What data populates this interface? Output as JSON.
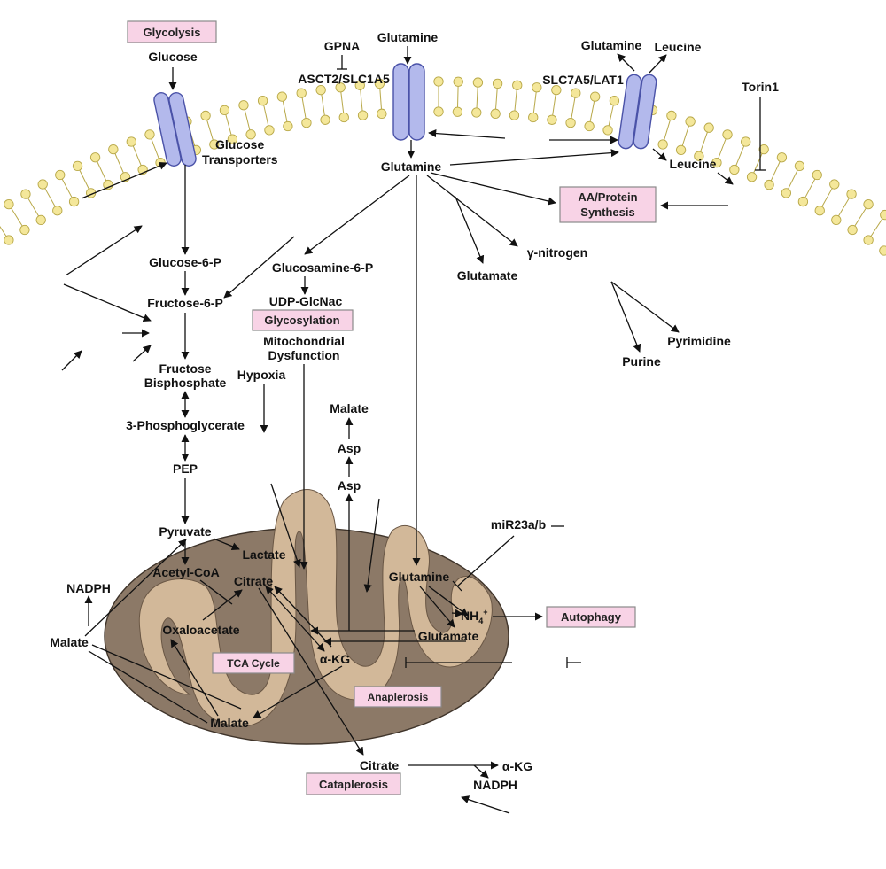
{
  "tags": {
    "glycolysis": "Glycolysis",
    "aa_protein_1": "AA/Protein",
    "aa_protein_2": "Synthesis",
    "glycosylation": "Glycosylation",
    "tca_cycle": "TCA Cycle",
    "anaplerosis": "Anaplerosis",
    "autophagy": "Autophagy",
    "cataplerosis": "Cataplerosis"
  },
  "labels": {
    "glucose": "Glucose",
    "glucose_transporters_1": "Glucose",
    "glucose_transporters_2": "Transporters",
    "gpna": "GPNA",
    "asct2": "ASCT2/SLC1A5",
    "glutamine_top": "Glutamine",
    "glutamine_lat1": "Glutamine",
    "leucine_lat1": "Leucine",
    "slc7a5": "SLC7A5/LAT1",
    "torin1": "Torin1",
    "glutamine_mid": "Glutamine",
    "leucine_mid": "Leucine",
    "glucose_6_p": "Glucose-6-P",
    "fructose_6_p": "Fructose-6-P",
    "fructose_bp_1": "Fructose",
    "fructose_bp_2": "Bisphosphate",
    "phosphoglycerate": "3-Phosphoglycerate",
    "pep": "PEP",
    "pyruvate": "Pyruvate",
    "lactate": "Lactate",
    "acetyl_coa": "Acetyl-CoA",
    "citrate_in": "Citrate",
    "oxaloacetate": "Oxaloacetate",
    "akg_in": "α-KG",
    "malate_in": "Malate",
    "nadph_left": "NADPH",
    "malate_out": "Malate",
    "glucosamine_6_p": "Glucosamine-6-P",
    "udp_glcnac": "UDP-GlcNac",
    "mito_dys_1": "Mitochondrial",
    "mito_dys_2": "Dysfunction",
    "hypoxia": "Hypoxia",
    "malate_top": "Malate",
    "asp_1": "Asp",
    "asp_2": "Asp",
    "glutamate_cyto": "Glutamate",
    "gamma_nitrogen": "γ-nitrogen",
    "pyrimidine": "Pyrimidine",
    "purine": "Purine",
    "mir23": "miR23a/b",
    "glutamine_mito": "Glutamine",
    "nh4": "NH",
    "nh4_sub": "4",
    "nh4_sup": "+",
    "glutamate_mito": "Glutamate",
    "citrate_out": "Citrate",
    "akg_out": "α-KG",
    "nadph_out": "NADPH"
  },
  "colors": {
    "membrane_head": "#f4e79a",
    "membrane_head_stroke": "#b8a848",
    "transporter": "#b3b9ec",
    "transporter_stroke": "#4a52a8",
    "mito_outer": "#8c7967",
    "mito_inner": "#d2b899",
    "tag_fill": "#f8d3e6"
  }
}
